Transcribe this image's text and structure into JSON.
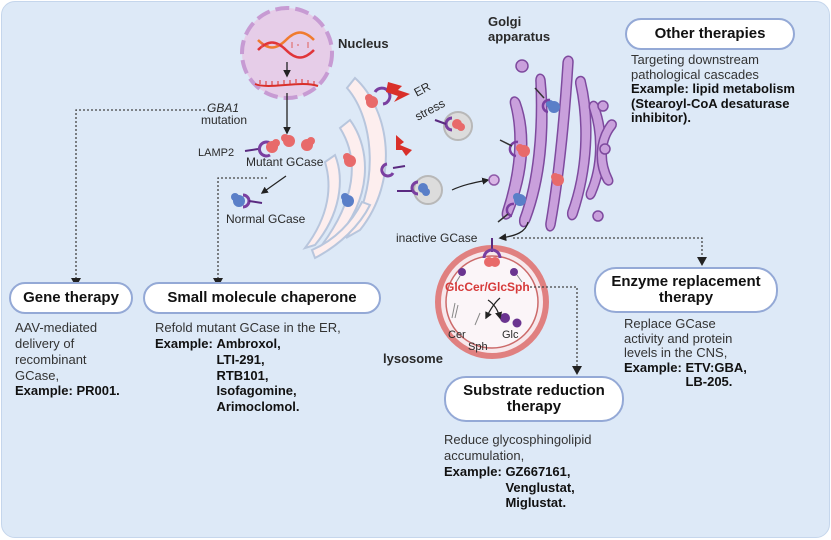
{
  "labels": {
    "nucleus": "Nucleus",
    "golgi_line1": "Golgi",
    "golgi_line2": "apparatus",
    "gba1": "GBA1",
    "mutation": "mutation",
    "lamp2": "LAMP2",
    "mutant_gcase": "Mutant GCase",
    "normal_gcase": "Normal GCase",
    "er_stress_line1": "ER",
    "er_stress_line2": "stress",
    "inactive_gcase": "inactive GCase",
    "glccer_glcsph": "GlcCer/GlcSph",
    "cer": "Cer",
    "sph": "Sph",
    "glc": "Glc",
    "lysosome": "lysosome"
  },
  "therapies": {
    "gene": {
      "title": "Gene therapy",
      "desc": [
        "AAV-mediated",
        "delivery of",
        "recombinant",
        "GCase,"
      ],
      "example_label": "Example:",
      "examples": [
        "PR001."
      ]
    },
    "chaperone": {
      "title": "Small molecule chaperone",
      "desc": [
        "Refold mutant GCase in the ER,"
      ],
      "example_label": "Example:",
      "examples": [
        "Ambroxol,",
        "LTI-291,",
        "RTB101,",
        "Isofagomine,",
        "Arimoclomol."
      ]
    },
    "other": {
      "title": "Other therapies",
      "desc": [
        "Targeting downstream",
        "pathological cascades"
      ],
      "example_text": [
        "Example: lipid metabolism",
        "(Stearoyl-CoA desaturase",
        "inhibitor)."
      ]
    },
    "ert": {
      "title_line1": "Enzyme replacement",
      "title_line2": "therapy",
      "desc": [
        "Replace GCase",
        "activity and  protein",
        "levels in the CNS,"
      ],
      "example_label": "Example:",
      "examples": [
        "ETV:GBA,",
        "LB-205."
      ]
    },
    "srt": {
      "title_line1": "Substrate reduction",
      "title_line2": "therapy",
      "desc": [
        "Reduce glycosphingolipid",
        "accumulation,"
      ],
      "example_label": "Example:",
      "examples": [
        "GZ667161,",
        "Venglustat,",
        "Miglustat."
      ]
    }
  },
  "colors": {
    "background": "#dde9f7",
    "pill_border": "#94a9d6",
    "mutant": "#e86a6a",
    "normal": "#5a7fc8",
    "lamp2": "#7a3fa0",
    "golgi": "#c9a0dc",
    "lysosome_ring": "#e08080",
    "stress": "#d9302a",
    "substrate_text": "#d63a3a"
  }
}
